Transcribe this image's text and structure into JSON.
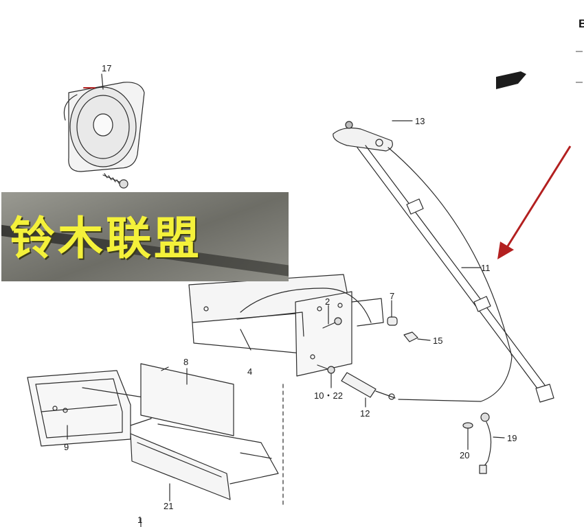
{
  "header_fragment": "B",
  "watermark_text": "铃木联盟",
  "callouts": {
    "p1": "1",
    "p2": "2",
    "p4": "4",
    "p7": "7",
    "p8": "8",
    "p9": "9",
    "p10_22": "10・22",
    "p11": "11",
    "p12": "12",
    "p13": "13",
    "p15": "15",
    "p17": "17",
    "p19": "19",
    "p20": "20",
    "p21": "21"
  },
  "colors": {
    "arrow": "#b32020",
    "watermark_text": "#f4f13a",
    "line": "#2b2b2b"
  }
}
